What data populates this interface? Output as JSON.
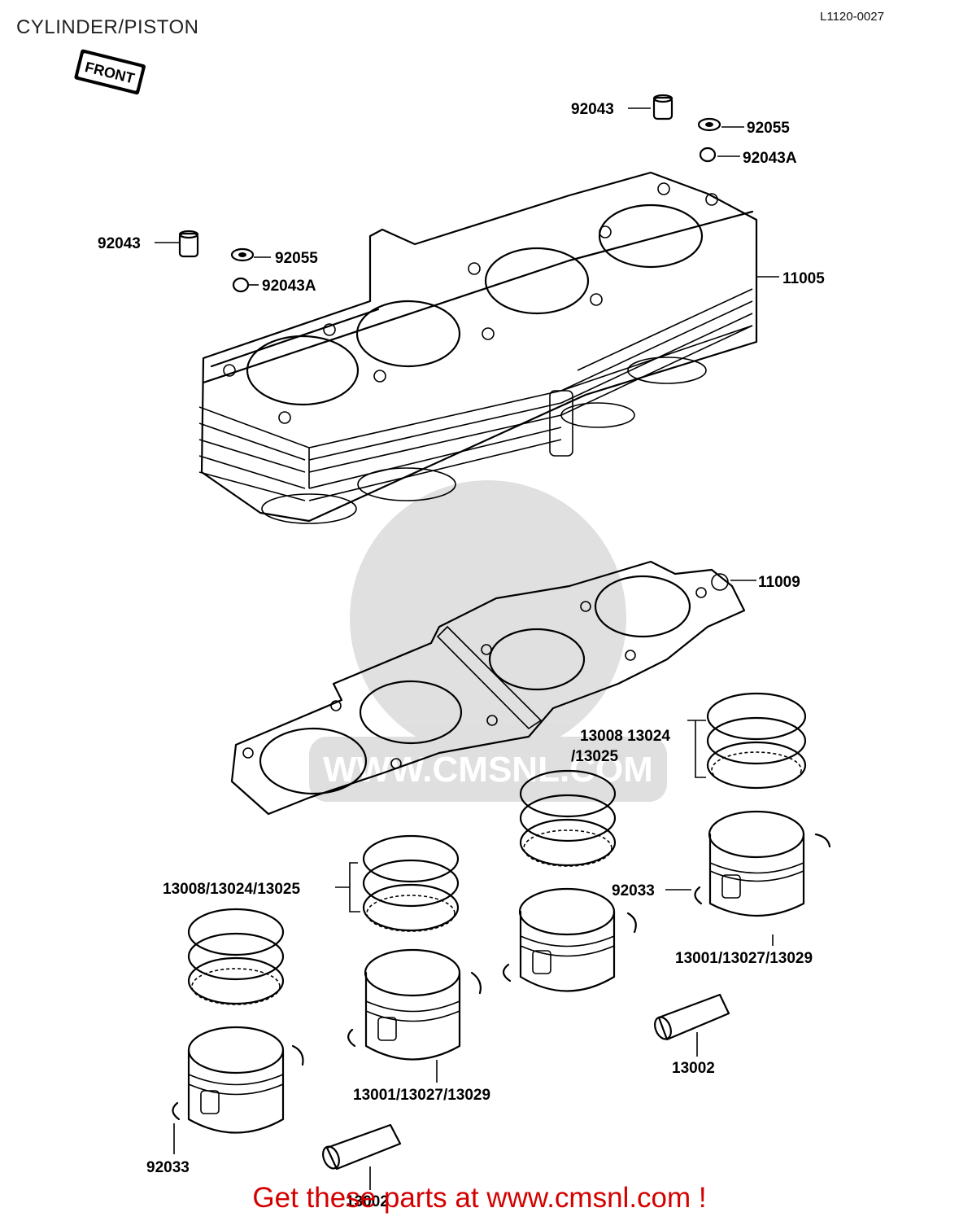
{
  "header": {
    "title": "CYLINDER/PISTON",
    "code": "L1120-0027"
  },
  "front_tag": "FRONT",
  "watermark": {
    "text": "WWW.CMSNL.COM"
  },
  "parts": [
    {
      "id": "92043-top",
      "number": "92043"
    },
    {
      "id": "92055-top",
      "number": "92055"
    },
    {
      "id": "92043a-top",
      "number": "92043A"
    },
    {
      "id": "92043-left",
      "number": "92043"
    },
    {
      "id": "92055-left",
      "number": "92055"
    },
    {
      "id": "92043a-left",
      "number": "92043A"
    },
    {
      "id": "11005",
      "number": "11005"
    },
    {
      "id": "11009",
      "number": "11009"
    },
    {
      "id": "rings-right-a",
      "number": "13008 13024"
    },
    {
      "id": "rings-right-b",
      "number": "/13025"
    },
    {
      "id": "rings-left",
      "number": "13008/13024/13025"
    },
    {
      "id": "clip-right",
      "number": "92033"
    },
    {
      "id": "piston-right",
      "number": "13001/13027/13029"
    },
    {
      "id": "pin-right",
      "number": "13002"
    },
    {
      "id": "piston-mid",
      "number": "13001/13027/13029"
    },
    {
      "id": "clip-left",
      "number": "92033"
    },
    {
      "id": "pin-left",
      "number": "13002"
    }
  ],
  "footer": {
    "text": "Get these parts at www.cmsnl.com !"
  }
}
